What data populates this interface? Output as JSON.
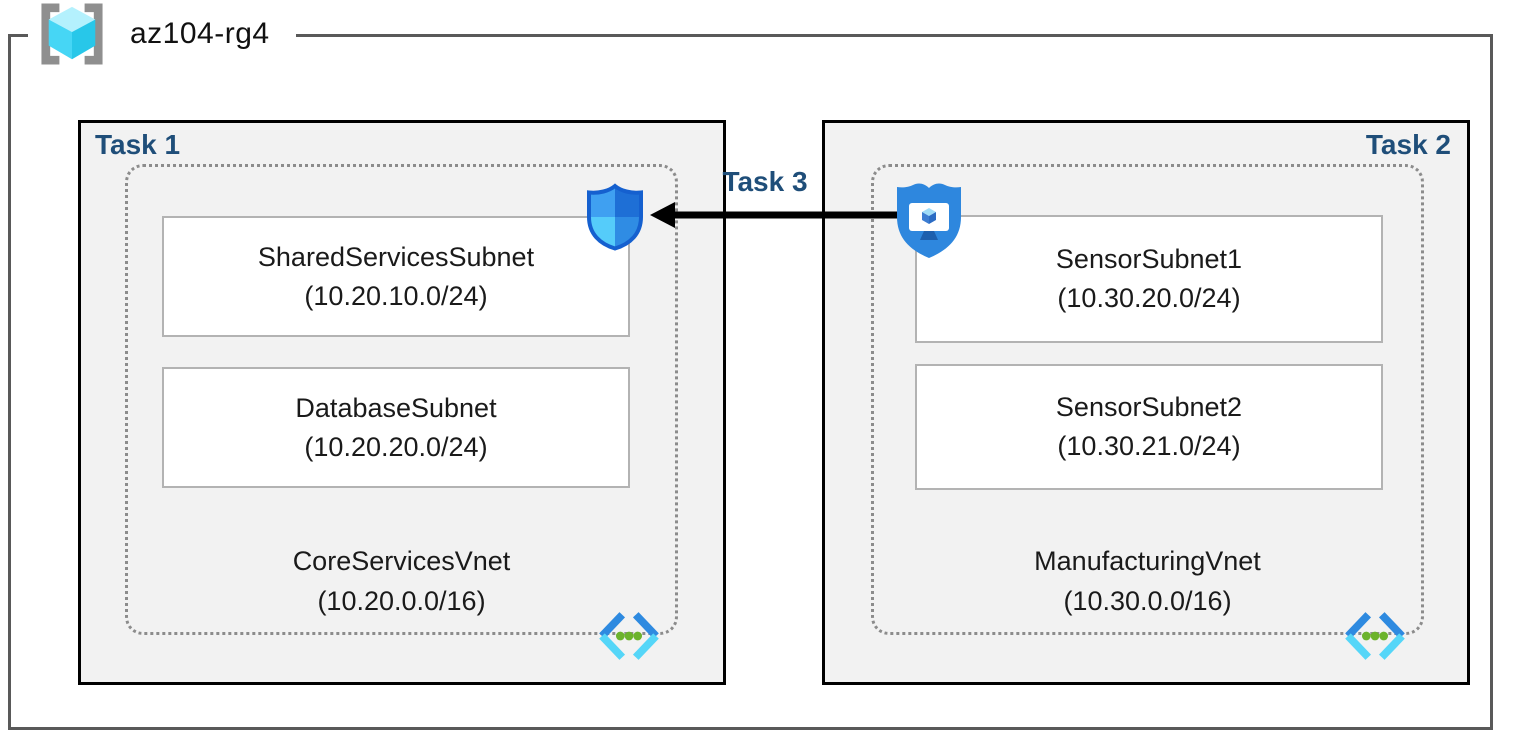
{
  "title": {
    "resource_group": "az104-rg4"
  },
  "labels": {
    "task1": "Task 1",
    "task2": "Task 2",
    "task3": "Task 3"
  },
  "vnets": [
    {
      "name": "CoreServicesVnet",
      "cidr": "(10.20.0.0/16)",
      "subnets": [
        {
          "name": "SharedServicesSubnet",
          "cidr": "(10.20.10.0/24)"
        },
        {
          "name": "DatabaseSubnet",
          "cidr": "(10.20.20.0/24)"
        }
      ]
    },
    {
      "name": "ManufacturingVnet",
      "cidr": "(10.30.0.0/16)",
      "subnets": [
        {
          "name": "SensorSubnet1",
          "cidr": "(10.30.20.0/24)"
        },
        {
          "name": "SensorSubnet2",
          "cidr": "(10.30.21.0/24)"
        }
      ]
    }
  ],
  "icons": {
    "resource_group": "resource-group-cube-icon",
    "nsg": "network-security-group-shield-icon",
    "asg": "application-security-group-monitor-shield-icon",
    "vnet": "virtual-network-chevrons-icon",
    "arrow": "task3-arrow-left"
  },
  "colors": {
    "task_label": "#1F4E79",
    "box_fill": "#F2F2F2",
    "box_border": "#000000",
    "outer_border": "#595959",
    "subnet_border": "#B3B3B3",
    "dashed_border": "#8C8C8C",
    "arrow": "#000000",
    "azure_blue": "#2E8AE0",
    "azure_cyan": "#50E6FF",
    "vnet_dot_green": "#6CB32C"
  }
}
